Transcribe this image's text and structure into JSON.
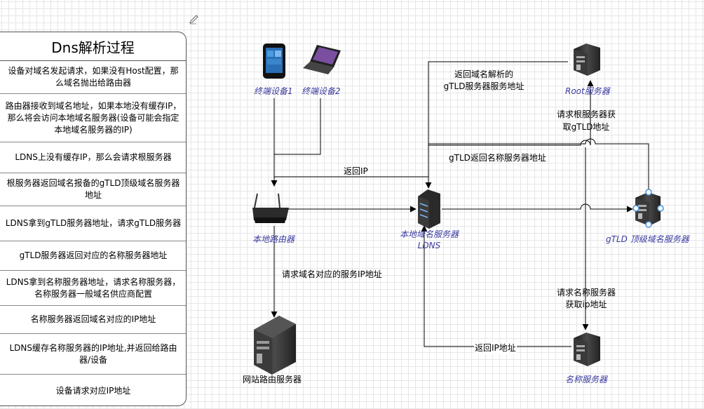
{
  "title": "Dns解析过程",
  "steps": [
    "设备对域名发起请求，如果没有Host配置，那么域名抛出给路由器",
    "路由器接收到域名地址，如果本地没有缓存IP，那么将会访问本地域名服务器(设备可能会指定本地域名服务器的IP)",
    "LDNS上没有缓存IP，那么会请求根服务器",
    "根服务器返回域名报备的gTLD顶级域名服务器地址",
    "LDNS拿到gTLD服务器地址，请求gTLD服务器",
    "gTLD服务器返回对应的名称服务器地址",
    "LDNS拿到名称服务器地址，请求名称服务器，名称服务器一般域名供应商配置",
    "名称服务器返回域名对应的IP地址",
    "LDNS缓存名称服务器的IP地址,并返回给路由器/设备",
    "设备请求对应IP地址"
  ],
  "nodes": {
    "terminal1": "终端设备1",
    "terminal2": "终端设备2",
    "router": "本地路由器",
    "ldns_line1": "本地域名服务器",
    "ldns_line2": "LDNS",
    "root": "Root服务器",
    "gtld": "gTLD 顶级域名服务器",
    "name_server": "名称服务器",
    "website_server": "网站路由服务器"
  },
  "edges": {
    "return_gtld_line1": "返回域名解析的",
    "return_gtld_line2": "gTLD服务器服务地址",
    "request_root_line1": "请求根服务器获",
    "request_root_line2": "取gTLD地址",
    "gtld_return_ns": "gTLD返回名称服务器地址",
    "return_ip": "返回IP",
    "request_service_ip": "请求域名对应的服务IP地址",
    "request_ns_line1": "请求名称服务器",
    "request_ns_line2": "获取ip地址",
    "return_ip_address": "返回IP地址"
  },
  "colors": {
    "line": "#000000",
    "node_label": "#3a3aa0",
    "handle": "#4a90d9"
  }
}
